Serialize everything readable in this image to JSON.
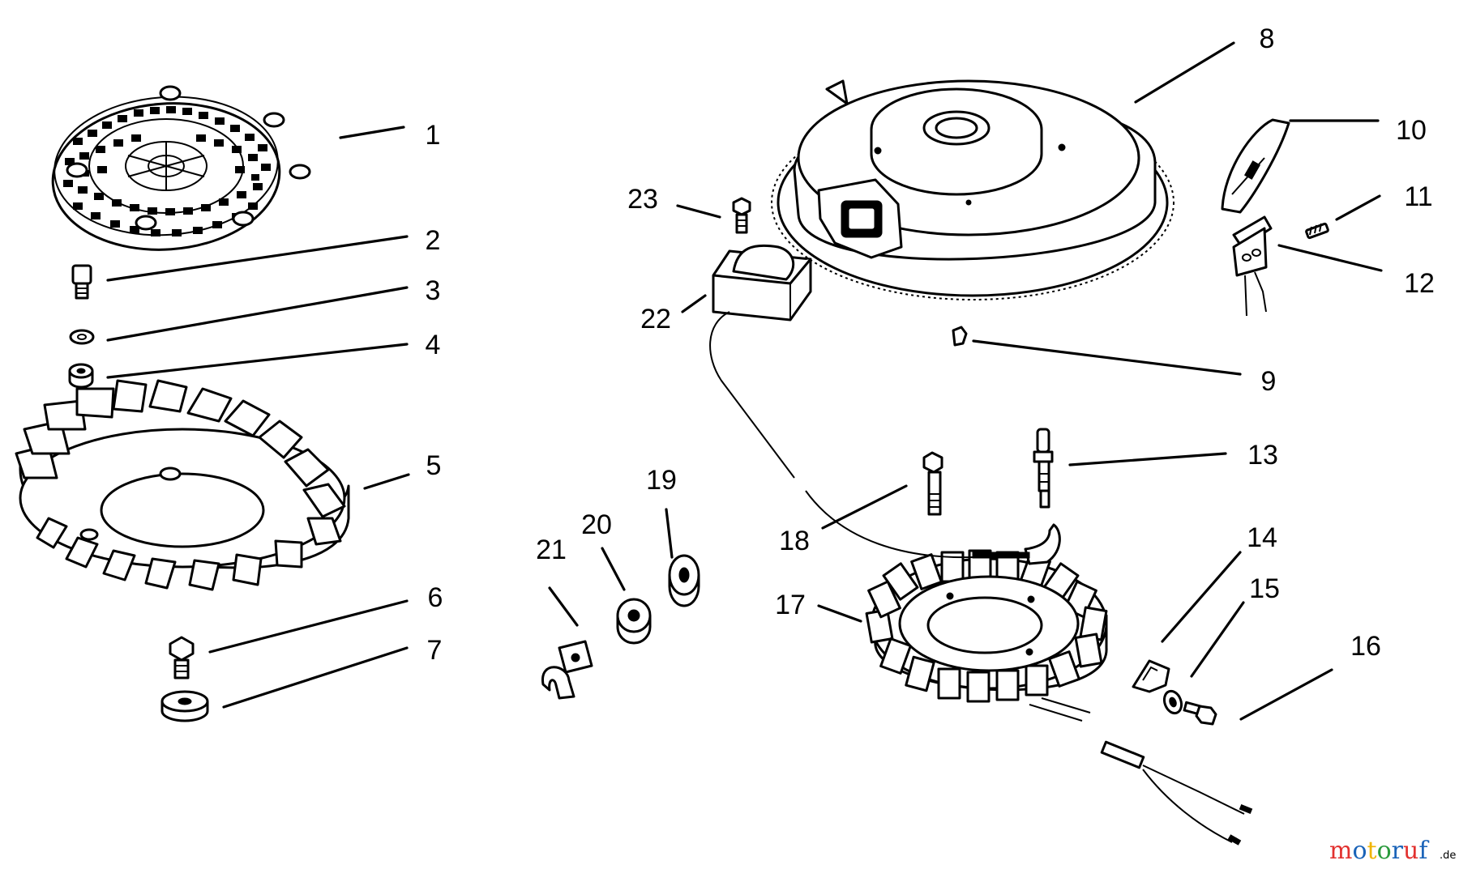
{
  "diagram": {
    "callouts": [
      "1",
      "2",
      "3",
      "4",
      "5",
      "6",
      "7",
      "8",
      "9",
      "10",
      "11",
      "12",
      "13",
      "14",
      "15",
      "16",
      "17",
      "18",
      "19",
      "20",
      "21",
      "22",
      "23"
    ]
  },
  "parts": [
    {
      "icon": "grille-screen-icon"
    },
    {
      "icon": "bolt-icon"
    },
    {
      "icon": "washer-icon"
    },
    {
      "icon": "spacer-icon"
    },
    {
      "icon": "fan-icon"
    },
    {
      "icon": "screw-icon"
    },
    {
      "icon": "washer-icon"
    },
    {
      "icon": "flywheel-icon"
    },
    {
      "icon": "key-icon"
    },
    {
      "icon": "magnet-icon"
    },
    {
      "icon": "screw-icon"
    },
    {
      "icon": "bracket-icon"
    },
    {
      "icon": "spark-plug-icon"
    },
    {
      "icon": "clip-icon"
    },
    {
      "icon": "washer-icon"
    },
    {
      "icon": "screw-icon"
    },
    {
      "icon": "stator-icon"
    },
    {
      "icon": "bolt-icon"
    },
    {
      "icon": "washer-icon"
    },
    {
      "icon": "washer-icon"
    },
    {
      "icon": "clamp-icon"
    },
    {
      "icon": "ignition-coil-icon"
    },
    {
      "icon": "screw-icon"
    }
  ],
  "watermark": {
    "text": "motoruf",
    "suffix": ".de",
    "colors": [
      "#e2312f",
      "#1a63b8",
      "#f0b400",
      "#2a9a3c",
      "#1a63b8",
      "#e2312f",
      "#1a63b8"
    ]
  }
}
